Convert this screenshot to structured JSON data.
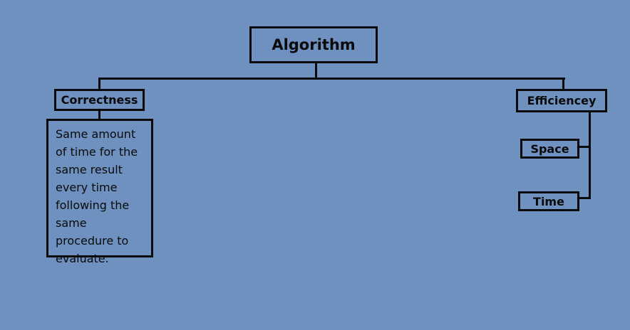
{
  "diagram": {
    "root": {
      "label": "Algorithm"
    },
    "left_branch": {
      "label": "Correctness",
      "description": "Same amount of time for the same result every time following the same procedure to evaluate."
    },
    "right_branch": {
      "label": "Efficiencey",
      "children": [
        {
          "label": "Space"
        },
        {
          "label": "Time"
        }
      ]
    },
    "colors": {
      "background": "#6e91bf",
      "stroke": "#0a0a0a"
    }
  }
}
